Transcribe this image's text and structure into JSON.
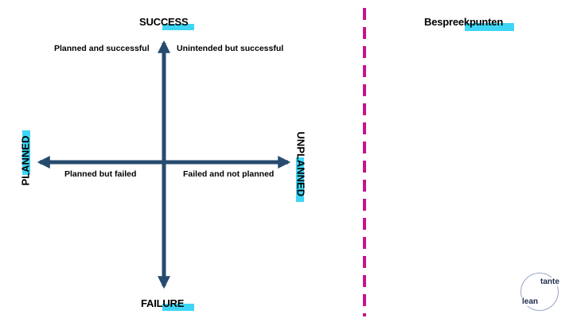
{
  "axes": {
    "top": "SUCCESS",
    "bottom": "FAILURE",
    "left": "PLANNED",
    "right": "UNPLANNED"
  },
  "quadrants": {
    "top_left": "Planned and successful",
    "top_right": "Unintended but successful",
    "bottom_left": "Planned but failed",
    "bottom_right": "Failed and not planned"
  },
  "side_panel": {
    "title": "Bespreekpunten"
  },
  "logo": {
    "top": "tante",
    "bottom": "lean"
  },
  "colors": {
    "arrow": "#264b6e",
    "highlight": "#3ed6f7",
    "divider": "#c8138a"
  }
}
